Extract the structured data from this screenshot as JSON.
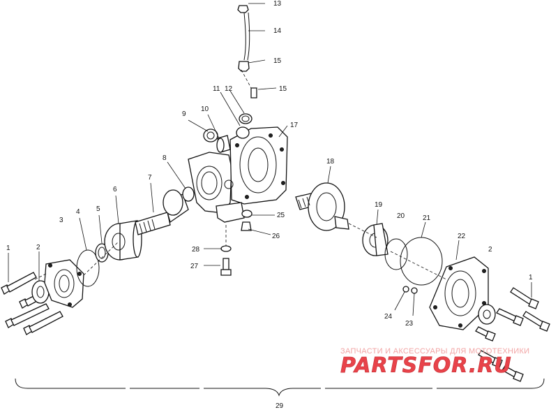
{
  "callouts": [
    "1",
    "2",
    "3",
    "4",
    "5",
    "6",
    "7",
    "8",
    "9",
    "10",
    "11",
    "12",
    "13",
    "14",
    "15",
    "15",
    "17",
    "18",
    "19",
    "20",
    "21",
    "22",
    "2",
    "1",
    "23",
    "24",
    "25",
    "26",
    "27",
    "28",
    "29"
  ],
  "watermark": {
    "tagline": "ЗАПЧАСТИ И АКСЕССУАРЫ ДЛЯ МОТОТЕХНИКИ",
    "brand": "PARTSFOR.RU",
    "color": "#e8434a"
  }
}
